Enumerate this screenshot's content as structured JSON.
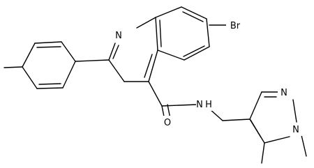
{
  "molecule": {
    "atoms": {
      "br": "Br",
      "n_quinoline": "N",
      "o_amide": "O",
      "nh": "N",
      "h": "H",
      "n_pyrazole_1": "N",
      "n_pyrazole_2": "N"
    }
  }
}
